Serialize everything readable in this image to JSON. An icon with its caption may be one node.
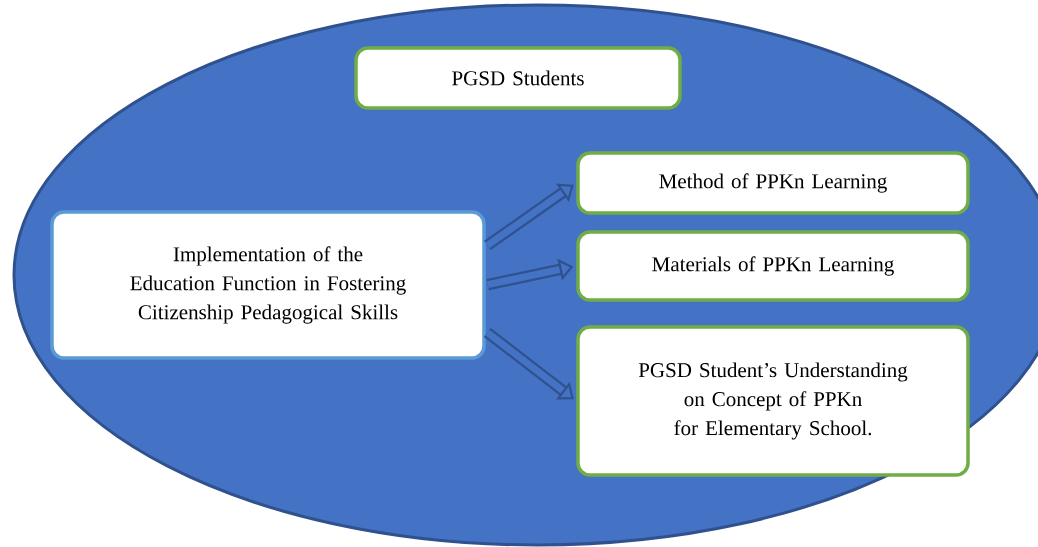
{
  "diagram": {
    "nodes": [
      {
        "text": [],
        "shape": "ellipse"
      },
      {
        "text": [
          "PGSD Students"
        ],
        "in": 0
      },
      {
        "text": [
          "Implementation of the Education Function in Fostering Citizenship Pedagogical Skills"
        ],
        "in": 0
      },
      {
        "text": [
          "Method of PPKn Learning"
        ],
        "in": 0
      },
      {
        "text": [
          "Materials of PPKn Learning"
        ],
        "in": 0
      },
      {
        "text": [
          "PGSD Student’s Understanding on Concept of PPKn for Elementary School."
        ],
        "in": 0
      }
    ],
    "edges": [
      {
        "from": 2,
        "to": 3,
        "arrow": "to"
      },
      {
        "from": 2,
        "to": 4,
        "arrow": "to"
      },
      {
        "from": 2,
        "to": 5,
        "arrow": "to"
      }
    ]
  }
}
